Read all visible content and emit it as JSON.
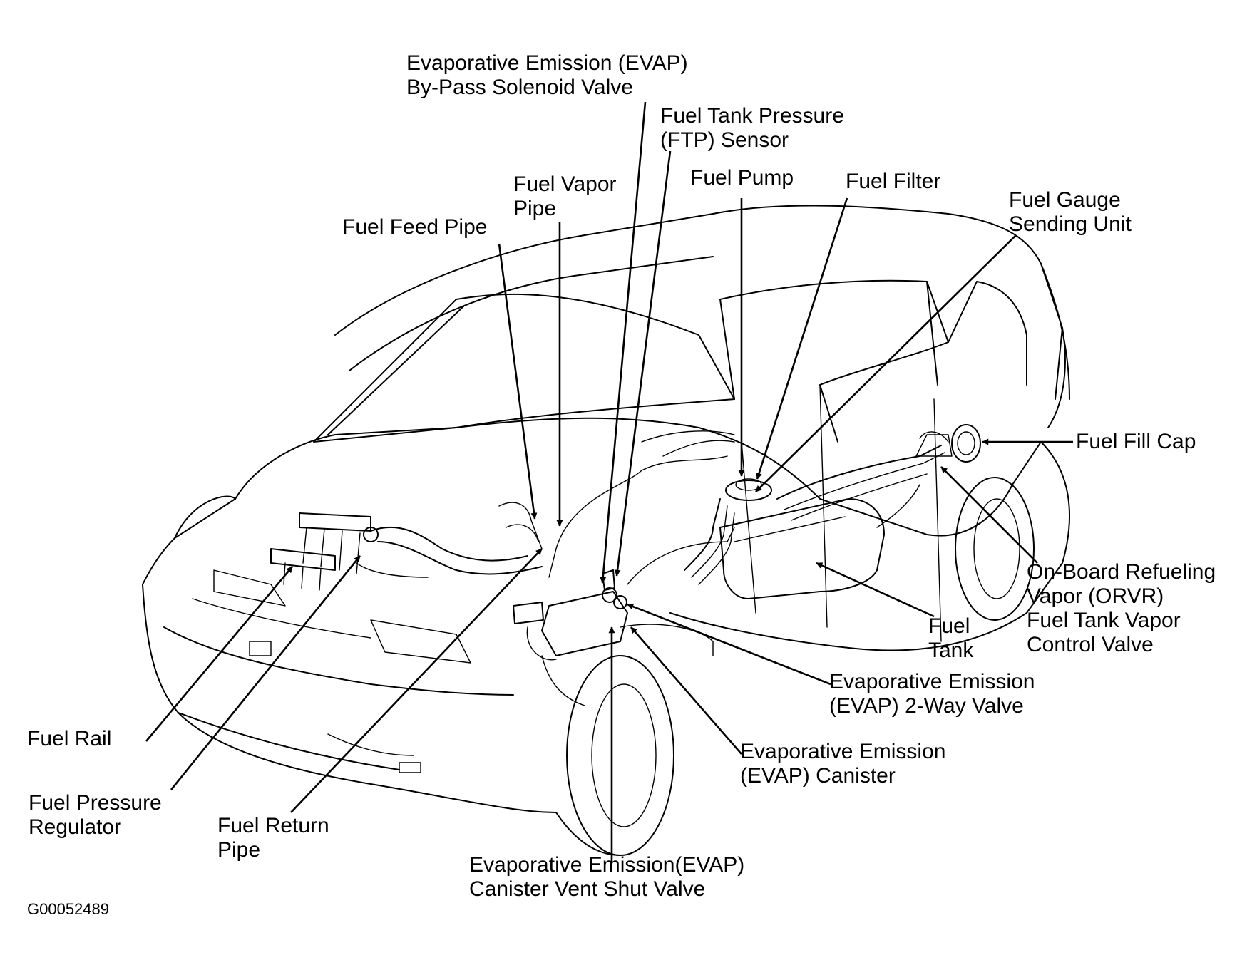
{
  "labels": {
    "evap_bypass": [
      "Evaporative Emission (EVAP)",
      "By-Pass Solenoid Valve"
    ],
    "ftp_sensor": [
      "Fuel Tank Pressure",
      "(FTP) Sensor"
    ],
    "fuel_pump": [
      "Fuel Pump"
    ],
    "fuel_filter": [
      "Fuel Filter"
    ],
    "fuel_vapor_pipe": [
      "Fuel Vapor",
      "Pipe"
    ],
    "fuel_feed_pipe": [
      "Fuel Feed Pipe"
    ],
    "fuel_gauge_unit": [
      "Fuel Gauge",
      "Sending Unit"
    ],
    "fuel_fill_cap": [
      "Fuel Fill Cap"
    ],
    "orvr_valve": [
      "On-Board Refueling",
      "Vapor (ORVR)",
      "Fuel Tank Vapor",
      "Control Valve"
    ],
    "fuel_tank": [
      "Fuel",
      "Tank"
    ],
    "evap_2way": [
      "Evaporative Emission",
      "(EVAP) 2-Way Valve"
    ],
    "evap_canister": [
      "Evaporative Emission",
      "(EVAP) Canister"
    ],
    "evap_vent_shut": [
      "Evaporative Emission(EVAP)",
      "Canister Vent Shut Valve"
    ],
    "fuel_rail": [
      "Fuel Rail"
    ],
    "fuel_pressure_reg": [
      "Fuel Pressure",
      "Regulator"
    ],
    "fuel_return_pipe": [
      "Fuel Return",
      "Pipe"
    ]
  },
  "figure_code": "G00052489"
}
